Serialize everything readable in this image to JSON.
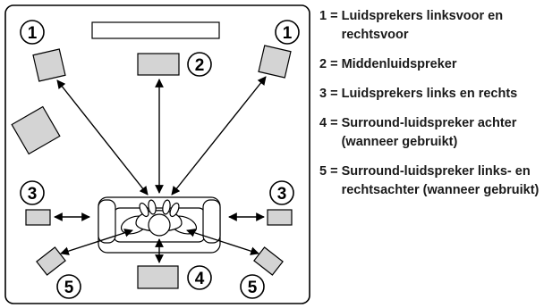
{
  "room": {
    "numbers": {
      "front_left": "1",
      "front_right": "1",
      "center": "2",
      "side_left": "3",
      "side_right": "3",
      "rear_center": "4",
      "rear_left": "5",
      "rear_right": "5"
    }
  },
  "legend": {
    "items": [
      {
        "key": "1 = ",
        "text": "Luidsprekers linksvoor en rechtsvoor"
      },
      {
        "key": "2 = ",
        "text": "Middenluidspreker"
      },
      {
        "key": "3 = ",
        "text": "Luidsprekers links en rechts"
      },
      {
        "key": "4 = ",
        "text": "Surround-luidspreker achter (wanneer gebruikt)"
      },
      {
        "key": "5 = ",
        "text": "Surround-luidspreker links- en rechtsachter (wanneer gebruikt)"
      }
    ]
  }
}
